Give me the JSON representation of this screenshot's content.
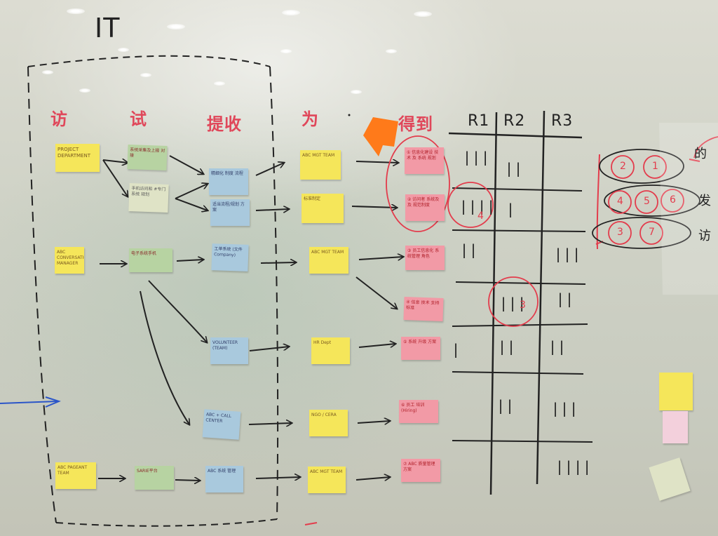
{
  "board": {
    "title": "IT",
    "column_headers": [
      "访",
      "试",
      "提收",
      "为",
      "得到"
    ],
    "round_headers": [
      "R1",
      "R2",
      "R3"
    ],
    "edge_text": [
      "的",
      "发",
      "访"
    ]
  },
  "notes": {
    "c1": [
      "PROJECT DEPARTMENT",
      "ABC CONVERSATION MANAGER",
      "ABC PAGEANT TEAM"
    ],
    "c2": [
      "系统采集及上报 对接",
      "手机访问和 #专门系统 规划",
      "电子系统手机",
      "SARIE平台"
    ],
    "c3": [
      "精细化 制度 流程",
      "适当流程/规划 方案",
      "工单系统 (文件 Company)",
      "VOLUNTEER (TEAM)",
      "ABC + CALL CENTER",
      "ABC 系统 管理"
    ],
    "c4": [
      "ABC MGT TEAM",
      "标准制定",
      "ABC MGT TEAM",
      "HR Dept",
      "NGO / CERA",
      "ABC MGT TEAM"
    ],
    "c5": [
      "① 信息化建设 技术 及 系统 规划",
      "② 访问者 系统及 及 规范制度",
      "③ 员工信息化 系统管理 角色",
      "④ 信息 技术 支持 标准",
      "⑤ 系统 升级 方案",
      "⑥ 员工 培训 (Hiring)",
      "⑦ ABC 质量管理 方案"
    ],
    "edge": [
      "",
      "",
      ""
    ]
  },
  "tallies": {
    "rows": [
      [
        "|||",
        "||",
        ""
      ],
      [
        "||||",
        "|",
        ""
      ],
      [
        "||",
        "",
        "|||"
      ],
      [
        "",
        "|||",
        "||"
      ],
      [
        "|",
        "||",
        "||"
      ],
      [
        "",
        "||",
        "|||"
      ],
      [
        "",
        "",
        "||||"
      ]
    ],
    "circled": [
      "4",
      "3"
    ]
  },
  "priority_circles": [
    "2",
    "1",
    "4",
    "5",
    "6",
    "3",
    "7"
  ]
}
